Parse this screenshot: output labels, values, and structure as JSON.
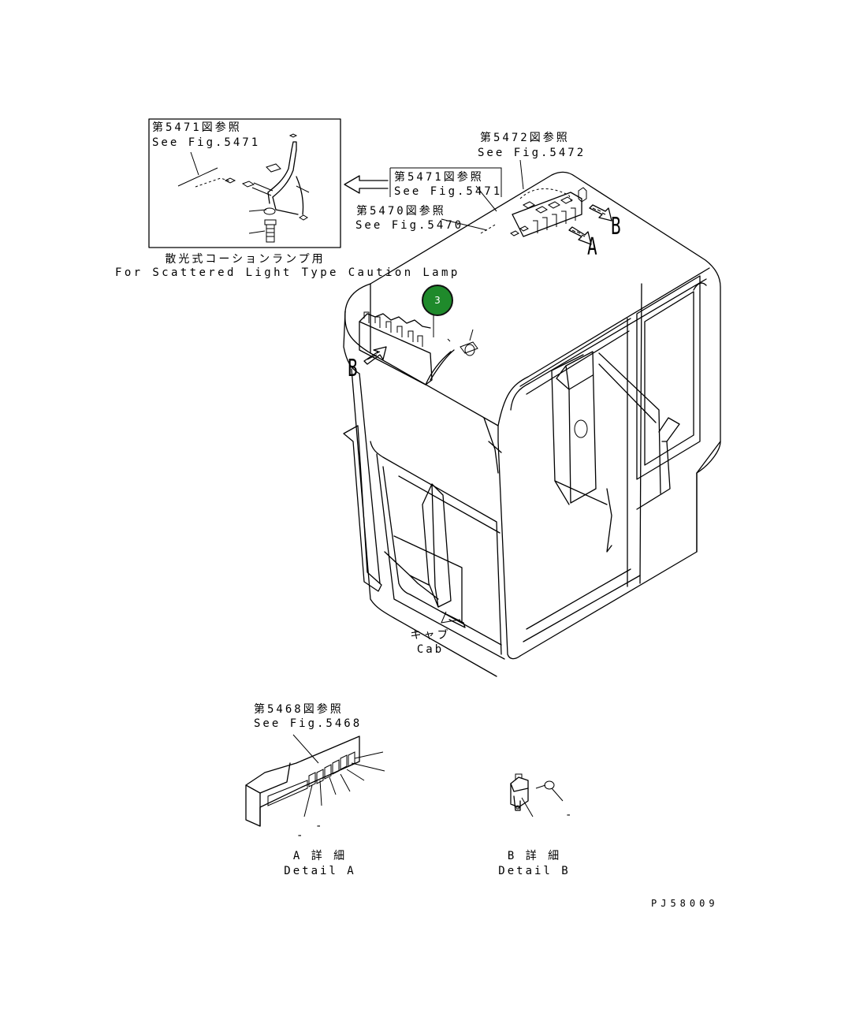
{
  "inset": {
    "ref_jp": "第5471図参照",
    "ref_en": "See Fig.5471",
    "caption_jp": "散光式コーションランプ用",
    "caption_en": "For Scattered Light Type Caution Lamp"
  },
  "refs": {
    "fig5472_jp": "第5472図参照",
    "fig5472_en": "See Fig.5472",
    "fig5471_jp": "第5471図参照",
    "fig5471_en": "See Fig.5471",
    "fig5470_jp": "第5470図参照",
    "fig5470_en": "See Fig.5470"
  },
  "view_letters": {
    "a": "A",
    "b_right": "B",
    "b_left": "B"
  },
  "callout": {
    "number": "3"
  },
  "cab": {
    "label_jp": "キャブ",
    "label_en": "Cab"
  },
  "detail_a": {
    "ref_jp": "第5468図参照",
    "ref_en": "See Fig.5468",
    "title_jp": "A 詳 細",
    "title_en": "Detail A",
    "mark1": "-",
    "mark2": "-"
  },
  "detail_b": {
    "title_jp": "B 詳 細",
    "title_en": "Detail B",
    "mark1": "-"
  },
  "drawing_code": "PJ58009"
}
